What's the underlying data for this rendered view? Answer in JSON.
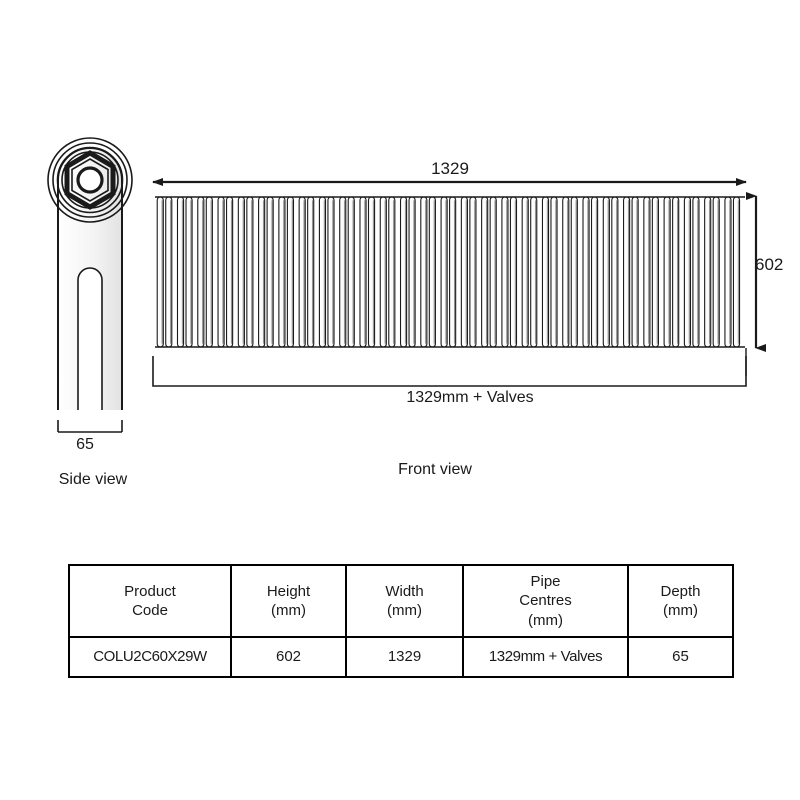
{
  "drawing": {
    "side_view": {
      "caption": "Side view",
      "depth_dimension": "65"
    },
    "front_view": {
      "caption": "Front view",
      "width_dimension": "1329",
      "height_dimension": "602",
      "pipe_centres_dimension": "1329mm + Valves",
      "column_sections": 29
    },
    "colors": {
      "line": "#1a1a1a",
      "background": "#ffffff",
      "shade": "#8a8a8a"
    }
  },
  "spec_table": {
    "headers": [
      {
        "line1": "Product",
        "line2": "Code",
        "line3": ""
      },
      {
        "line1": "Height",
        "line2": "(mm)",
        "line3": ""
      },
      {
        "line1": "Width",
        "line2": "(mm)",
        "line3": ""
      },
      {
        "line1": "Pipe",
        "line2": "Centres",
        "line3": "(mm)"
      },
      {
        "line1": "Depth",
        "line2": "(mm)",
        "line3": ""
      }
    ],
    "row": {
      "product_code": "COLU2C60X29W",
      "height": "602",
      "width": "1329",
      "pipe_centres": "1329mm + Valves",
      "depth": "65"
    }
  }
}
